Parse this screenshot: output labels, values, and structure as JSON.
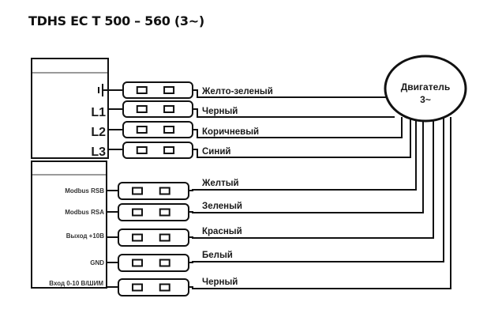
{
  "title": "TDHS EC T 500 – 560 (3~)",
  "motor": {
    "label": "Двигатель",
    "phase": "3~"
  },
  "power_block": {
    "terminals": [
      {
        "id": "ground",
        "label": "",
        "icon": "ground-icon",
        "wire_color_label": "Желто-зеленый"
      },
      {
        "id": "L1",
        "label": "L1",
        "wire_color_label": "Черный"
      },
      {
        "id": "L2",
        "label": "L2",
        "wire_color_label": "Коричневый"
      },
      {
        "id": "L3",
        "label": "L3",
        "wire_color_label": "Синий"
      }
    ]
  },
  "control_block": {
    "terminals": [
      {
        "id": "modbus-rsb",
        "label": "Modbus RSB",
        "wire_color_label": "Желтый"
      },
      {
        "id": "modbus-rsa",
        "label": "Modbus RSA",
        "wire_color_label": "Зеленый"
      },
      {
        "id": "output-10v",
        "label": "Выход +10В",
        "wire_color_label": "Красный"
      },
      {
        "id": "gnd",
        "label": "GND",
        "wire_color_label": "Белый"
      },
      {
        "id": "input-0-10v",
        "label": "Вход 0-10 В/ШИМ",
        "wire_color_label": "Черный"
      }
    ]
  },
  "colors": {
    "line": "#111111",
    "divider": "#9a9a9a"
  }
}
